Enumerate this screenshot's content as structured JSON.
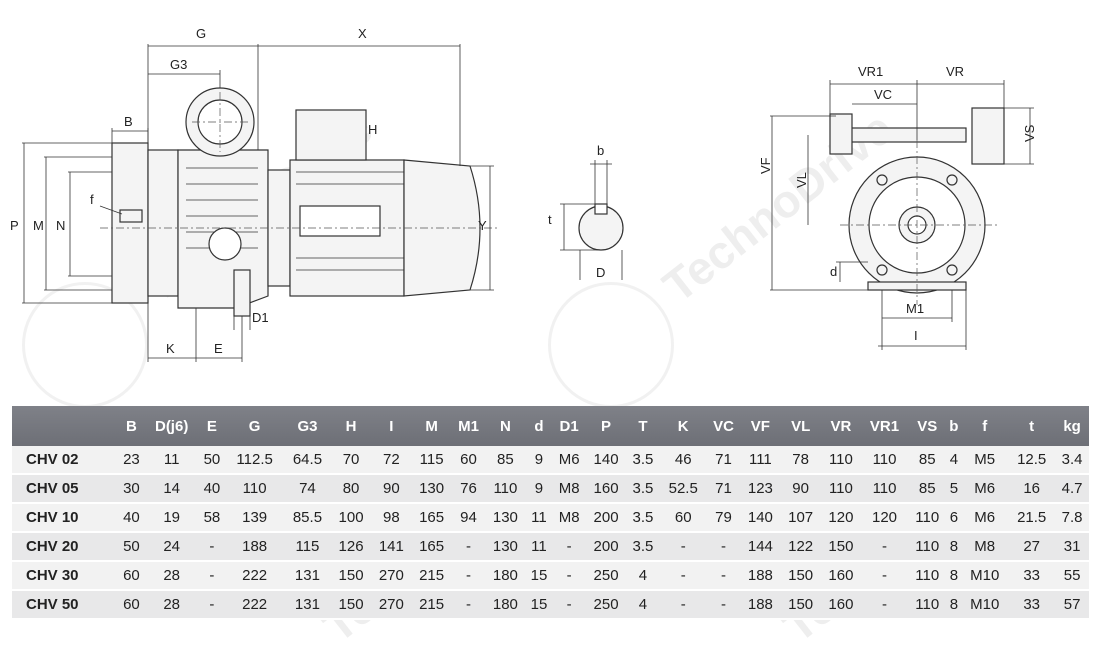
{
  "drawing": {
    "side_view_labels": [
      "G",
      "G3",
      "X",
      "B",
      "f",
      "P",
      "M",
      "N",
      "Y",
      "K",
      "E",
      "D1",
      "H"
    ],
    "shaft_labels": [
      "b",
      "t",
      "D"
    ],
    "front_view_labels": [
      "VR1",
      "VR",
      "VC",
      "VS",
      "VF",
      "VL",
      "d",
      "M1",
      "I"
    ],
    "watermark_text": "TechnoDrive"
  },
  "table": {
    "columns": [
      "",
      "B",
      "D(j6)",
      "E",
      "G",
      "G3",
      "H",
      "I",
      "M",
      "M1",
      "N",
      "d",
      "D1",
      "P",
      "T",
      "K",
      "VC",
      "VF",
      "VL",
      "VR",
      "VR1",
      "VS",
      "b",
      "f",
      "t",
      "kg"
    ],
    "rows": [
      [
        "CHV 02",
        "23",
        "11",
        "50",
        "112.5",
        "64.5",
        "70",
        "72",
        "115",
        "60",
        "85",
        "9",
        "M6",
        "140",
        "3.5",
        "46",
        "71",
        "111",
        "78",
        "110",
        "110",
        "85",
        "4",
        "M5",
        "12.5",
        "3.4"
      ],
      [
        "CHV 05",
        "30",
        "14",
        "40",
        "110",
        "74",
        "80",
        "90",
        "130",
        "76",
        "110",
        "9",
        "M8",
        "160",
        "3.5",
        "52.5",
        "71",
        "123",
        "90",
        "110",
        "110",
        "85",
        "5",
        "M6",
        "16",
        "4.7"
      ],
      [
        "CHV 10",
        "40",
        "19",
        "58",
        "139",
        "85.5",
        "100",
        "98",
        "165",
        "94",
        "130",
        "11",
        "M8",
        "200",
        "3.5",
        "60",
        "79",
        "140",
        "107",
        "120",
        "120",
        "110",
        "6",
        "M6",
        "21.5",
        "7.8"
      ],
      [
        "CHV 20",
        "50",
        "24",
        "-",
        "188",
        "115",
        "126",
        "141",
        "165",
        "-",
        "130",
        "11",
        "-",
        "200",
        "3.5",
        "-",
        "-",
        "144",
        "122",
        "150",
        "-",
        "110",
        "8",
        "M8",
        "27",
        "31"
      ],
      [
        "CHV 30",
        "60",
        "28",
        "-",
        "222",
        "131",
        "150",
        "270",
        "215",
        "-",
        "180",
        "15",
        "-",
        "250",
        "4",
        "-",
        "-",
        "188",
        "150",
        "160",
        "-",
        "110",
        "8",
        "M10",
        "33",
        "55"
      ],
      [
        "CHV 50",
        "60",
        "28",
        "-",
        "222",
        "131",
        "150",
        "270",
        "215",
        "-",
        "180",
        "15",
        "-",
        "250",
        "4",
        "-",
        "-",
        "188",
        "150",
        "160",
        "-",
        "110",
        "8",
        "M10",
        "33",
        "57"
      ]
    ]
  }
}
